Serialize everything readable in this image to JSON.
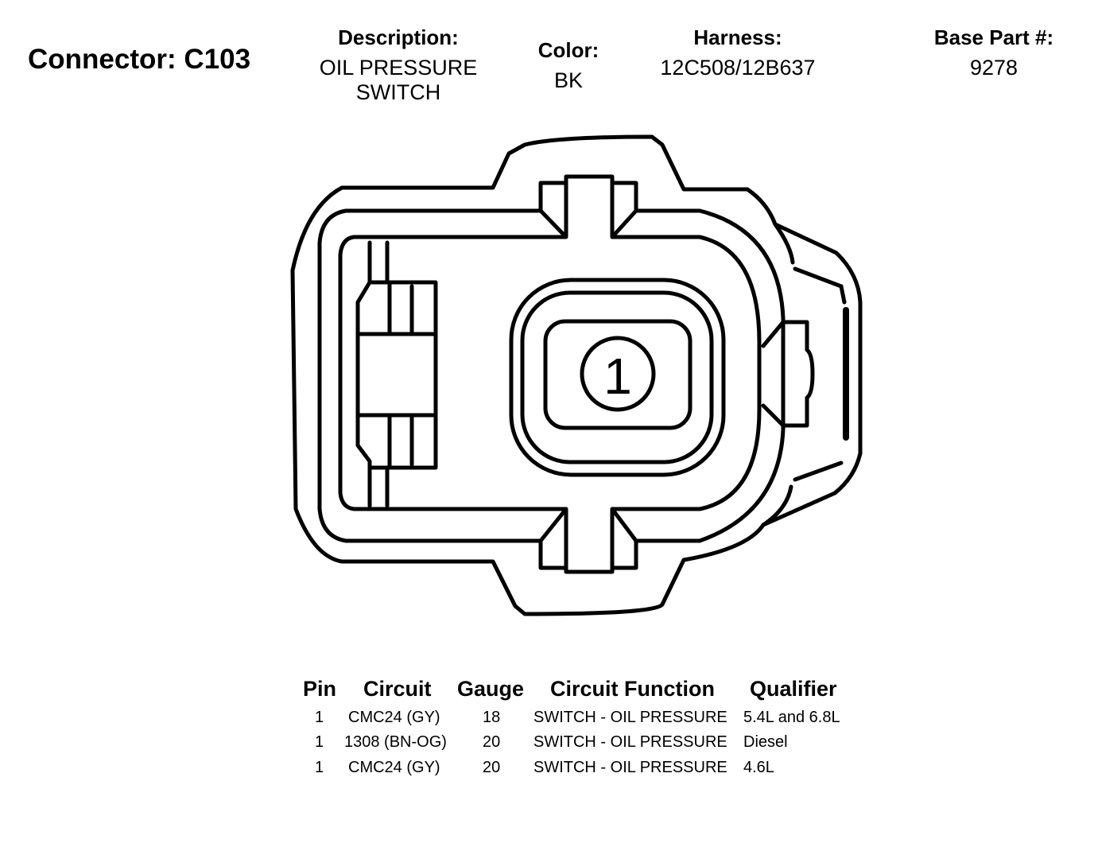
{
  "connector": {
    "title": "Connector: C103",
    "description_label": "Description:",
    "description_line1": "OIL PRESSURE",
    "description_line2": "SWITCH",
    "color_label": "Color:",
    "color_value": "BK",
    "harness_label": "Harness:",
    "harness_value": "12C508/12B637",
    "base_part_label": "Base Part #:",
    "base_part_value": "9278"
  },
  "diagram": {
    "pin_label": "1"
  },
  "table": {
    "headers": {
      "pin": "Pin",
      "circuit": "Circuit",
      "gauge": "Gauge",
      "function": "Circuit Function",
      "qualifier": "Qualifier"
    },
    "rows": [
      {
        "pin": "1",
        "circuit": "CMC24 (GY)",
        "gauge": "18",
        "function": "SWITCH - OIL PRESSURE",
        "qualifier": "5.4L and 6.8L"
      },
      {
        "pin": "1",
        "circuit": "1308 (BN-OG)",
        "gauge": "20",
        "function": "SWITCH - OIL PRESSURE",
        "qualifier": "Diesel"
      },
      {
        "pin": "1",
        "circuit": "CMC24 (GY)",
        "gauge": "20",
        "function": "SWITCH - OIL PRESSURE",
        "qualifier": "4.6L"
      }
    ]
  }
}
